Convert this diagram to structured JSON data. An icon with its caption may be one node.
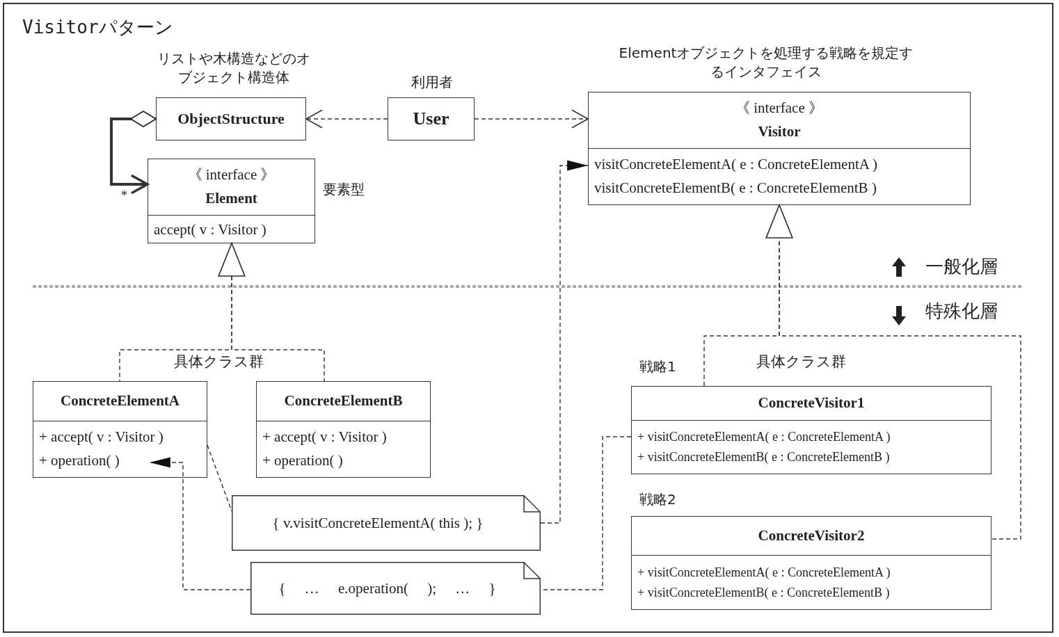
{
  "diagram": {
    "title": "Visitorパターン",
    "nodes": [
      {
        "text": [
          "ObjectStructure"
        ],
        "beside": [
          "リストや木構造などのオブジェクト構造体"
        ]
      },
      {
        "text": [
          "User"
        ],
        "beside": [
          "利用者"
        ]
      },
      {
        "text": [
          "《 interface 》",
          "Visitor",
          "visitConcreteElementA( e : ConcreteElementA )",
          "visitConcreteElementB( e : ConcreteElementB )"
        ],
        "beside": [
          "Elementオブジェクトを処理する戦略を規定するインタフェイス"
        ]
      },
      {
        "text": [
          "《 interface 》",
          "Element",
          "accept( v : Visitor )"
        ],
        "beside": [
          "要素型"
        ]
      },
      {
        "text": [
          "ConcreteElementA",
          "+ accept( v : Visitor )",
          "+ operation( )"
        ]
      },
      {
        "text": [
          "ConcreteElementB",
          "+ accept( v : Visitor )",
          "+ operation( )"
        ]
      },
      {
        "text": [
          "ConcreteVisitor1",
          "+ visitConcreteElementA( e : ConcreteElementA )",
          "+ visitConcreteElementB( e : ConcreteElementB )"
        ],
        "beside": [
          "戦略1"
        ]
      },
      {
        "text": [
          "ConcreteVisitor2",
          "+ visitConcreteElementA( e : ConcreteElementA )",
          "+ visitConcreteElementB( e : ConcreteElementB )"
        ],
        "beside": [
          "戦略2"
        ]
      },
      {
        "text": [
          "{ v.visitConcreteElementA( this ); }"
        ]
      },
      {
        "text": [
          "{ … e.operation( ); … }"
        ]
      }
    ],
    "edges": [
      {
        "from": 1,
        "to": 0,
        "arrow": "to",
        "style": "dashed"
      },
      {
        "from": 1,
        "to": 2,
        "arrow": "to",
        "style": "dashed"
      },
      {
        "from": 0,
        "to": 3,
        "arrow": "to",
        "style": "thick",
        "label": "*"
      },
      {
        "from": 4,
        "to": 3,
        "arrow": "to",
        "style": "dashed"
      },
      {
        "from": 5,
        "to": 3,
        "arrow": "to",
        "style": "dashed"
      },
      {
        "from": 6,
        "to": 2,
        "arrow": "to",
        "style": "dashed"
      },
      {
        "from": 7,
        "to": 2,
        "arrow": "to",
        "style": "dashed"
      },
      {
        "from": 8,
        "to": 2,
        "arrow": "to",
        "style": "dashed"
      },
      {
        "from": 4,
        "to": 8,
        "arrow": "none",
        "style": "dashed"
      },
      {
        "from": 9,
        "to": 4,
        "arrow": "to",
        "style": "dashed"
      },
      {
        "from": 6,
        "to": 9,
        "arrow": "none",
        "style": "dashed"
      }
    ],
    "labels": [
      "一般化層",
      "特殊化層",
      "具体クラス群",
      "具体クラス群"
    ]
  }
}
